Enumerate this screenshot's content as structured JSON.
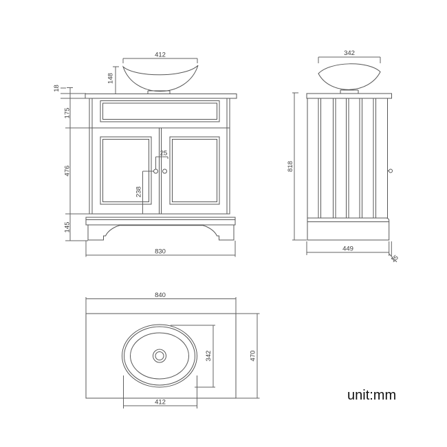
{
  "unit_label": "unit:mm",
  "front_view": {
    "basin_width": "412",
    "basin_height": "148",
    "worktop_thickness": "18",
    "frieze_height": "175",
    "door_section_height": "476",
    "knob_center_height": "238",
    "knob_offset": "25",
    "plinth_height": "145",
    "cabinet_width": "830"
  },
  "side_view": {
    "basin_depth": "342",
    "cabinet_height": "818",
    "cabinet_depth": "449",
    "worktop_overhang": "15"
  },
  "top_view": {
    "worktop_width": "840",
    "worktop_depth": "470",
    "basin_depth": "342",
    "basin_width": "412"
  }
}
